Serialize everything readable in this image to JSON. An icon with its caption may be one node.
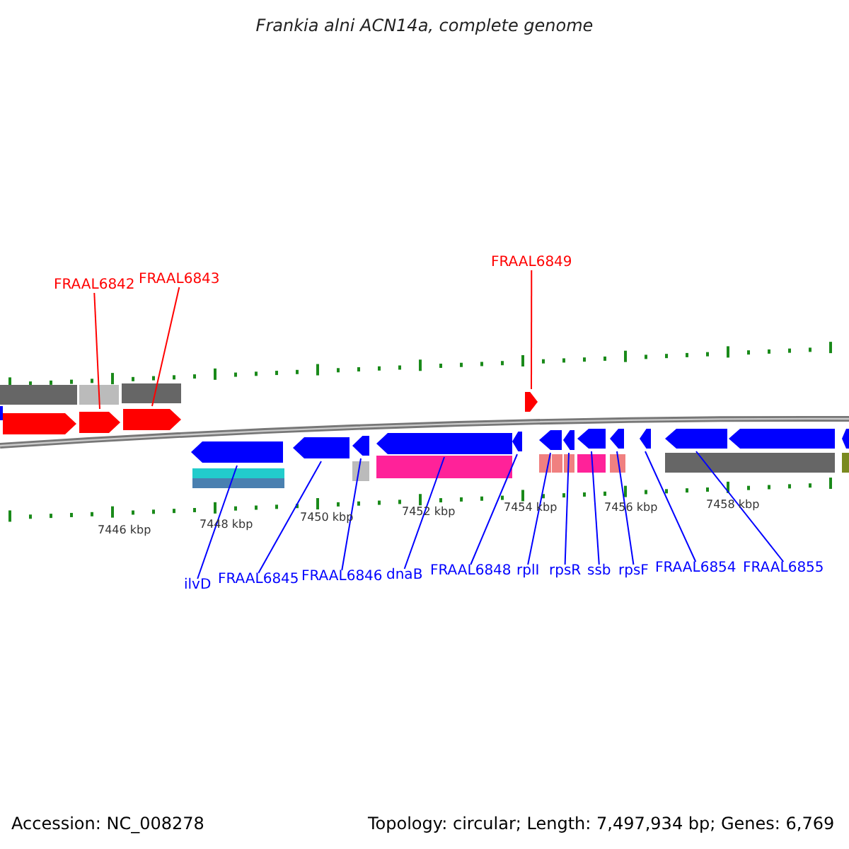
{
  "diagram": {
    "title": "Frankia alni ACN14a, complete genome",
    "nodes": [
      {
        "text": [
          "FRAAL6842"
        ]
      },
      {
        "text": [
          "FRAAL6843"
        ]
      },
      {
        "text": [
          "FRAAL6849"
        ]
      },
      {
        "text": [
          "ilvD"
        ]
      },
      {
        "text": [
          "FRAAL6845"
        ]
      },
      {
        "text": [
          "FRAAL6846"
        ]
      },
      {
        "text": [
          "dnaB"
        ]
      },
      {
        "text": [
          "FRAAL6848"
        ]
      },
      {
        "text": [
          "rplI"
        ]
      },
      {
        "text": [
          "rpsR"
        ]
      },
      {
        "text": [
          "ssb"
        ]
      },
      {
        "text": [
          "rpsF"
        ]
      },
      {
        "text": [
          "FRAAL6854"
        ]
      },
      {
        "text": [
          "FRAAL6855"
        ]
      },
      {
        "text": [],
        "shape": "arrow"
      },
      {
        "text": [],
        "shape": "arrow"
      },
      {
        "text": [],
        "shape": "arrow"
      },
      {
        "text": [],
        "shape": "arrow"
      },
      {
        "text": [],
        "shape": "arrow"
      },
      {
        "text": [],
        "shape": "arrow"
      },
      {
        "text": [],
        "shape": "arrow"
      },
      {
        "text": [],
        "shape": "arrow"
      },
      {
        "text": [],
        "shape": "arrow"
      },
      {
        "text": [],
        "shape": "arrow"
      },
      {
        "text": [],
        "shape": "arrow"
      },
      {
        "text": [],
        "shape": "arrow"
      },
      {
        "text": [],
        "shape": "arrow"
      },
      {
        "text": [],
        "shape": "arrow"
      },
      {
        "text": [],
        "shape": "bar"
      },
      {
        "text": [],
        "shape": "arrow"
      },
      {
        "text": [],
        "shape": "arrow"
      },
      {
        "text": [],
        "shape": "arrow"
      }
    ],
    "edges": [
      {
        "from": 0,
        "to": 14,
        "arrow": "none",
        "color": "#ff0000"
      },
      {
        "from": 1,
        "to": 15,
        "arrow": "none",
        "color": "#ff0000"
      },
      {
        "from": 2,
        "to": 16,
        "arrow": "none",
        "color": "#ff0000"
      },
      {
        "from": 3,
        "to": 17,
        "arrow": "none"
      },
      {
        "from": 4,
        "to": 18,
        "arrow": "none"
      },
      {
        "from": 5,
        "to": 19,
        "arrow": "none"
      },
      {
        "from": 6,
        "to": 20,
        "arrow": "none"
      },
      {
        "from": 7,
        "to": 21,
        "arrow": "none"
      },
      {
        "from": 8,
        "to": 22,
        "arrow": "none"
      },
      {
        "from": 9,
        "to": 23,
        "arrow": "none"
      },
      {
        "from": 10,
        "to": 24,
        "arrow": "none"
      },
      {
        "from": 11,
        "to": 25,
        "arrow": "none"
      },
      {
        "from": 12,
        "to": 26,
        "arrow": "none"
      },
      {
        "from": 13,
        "to": 27,
        "arrow": "none"
      }
    ],
    "labels": [
      "7446 kbp",
      "7448 kbp",
      "7450 kbp",
      "7452 kbp",
      "7454 kbp",
      "7456 kbp",
      "7458 kbp",
      "Accession: NC_008278",
      "Topology: circular; Length: 7,497,934 bp; Genes: 6,769"
    ]
  }
}
